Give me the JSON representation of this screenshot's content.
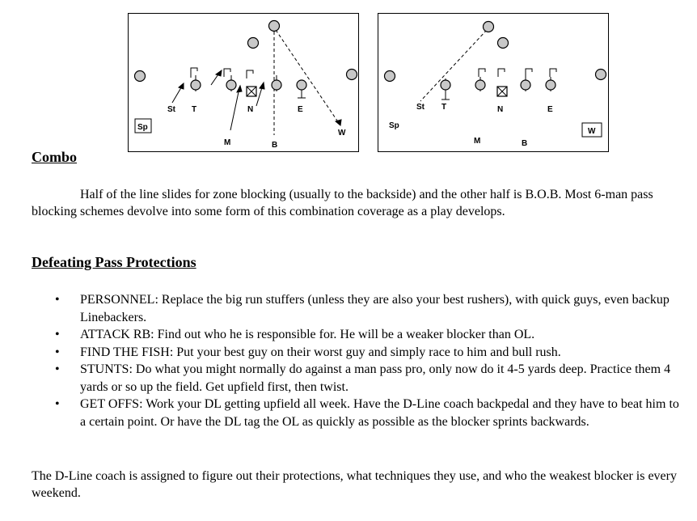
{
  "diagram_left": {
    "labels": {
      "st": "St",
      "t": "T",
      "n": "N",
      "e": "E",
      "sp": "Sp",
      "m": "M",
      "b": "B",
      "w": "W"
    }
  },
  "diagram_right": {
    "labels": {
      "st": "St",
      "t": "T",
      "n": "N",
      "e": "E",
      "sp": "Sp",
      "m": "M",
      "b": "B",
      "w": "W"
    }
  },
  "combo": {
    "heading": "Combo",
    "text": "Half of the line slides for zone blocking (usually to the backside) and the other half is B.O.B. Most 6-man pass blocking schemes devolve into some form of this combination coverage as a play develops."
  },
  "defeating": {
    "heading": "Defeating Pass Protections",
    "bullets": [
      "PERSONNEL: Replace the big run stuffers (unless they are also your best rushers), with quick guys, even backup Linebackers.",
      "ATTACK RB:  Find out who he is responsible for. He will be a weaker blocker than OL.",
      "FIND THE FISH:  Put your best guy on their worst guy and simply race to him and bull rush.",
      "STUNTS:  Do what you might normally do against a man pass pro, only now do it 4-5 yards deep. Practice them 4 yards or so up the field. Get upfield first, then twist.",
      "GET OFFS: Work your DL getting upfield all week. Have the D-Line coach backpedal and they have to beat him to a certain point.  Or have the DL tag the OL as quickly as possible as the blocker sprints backwards."
    ]
  },
  "closing": {
    "text": "The D-Line coach is assigned to figure out their protections, what techniques they use, and who the weakest blocker is every weekend."
  }
}
